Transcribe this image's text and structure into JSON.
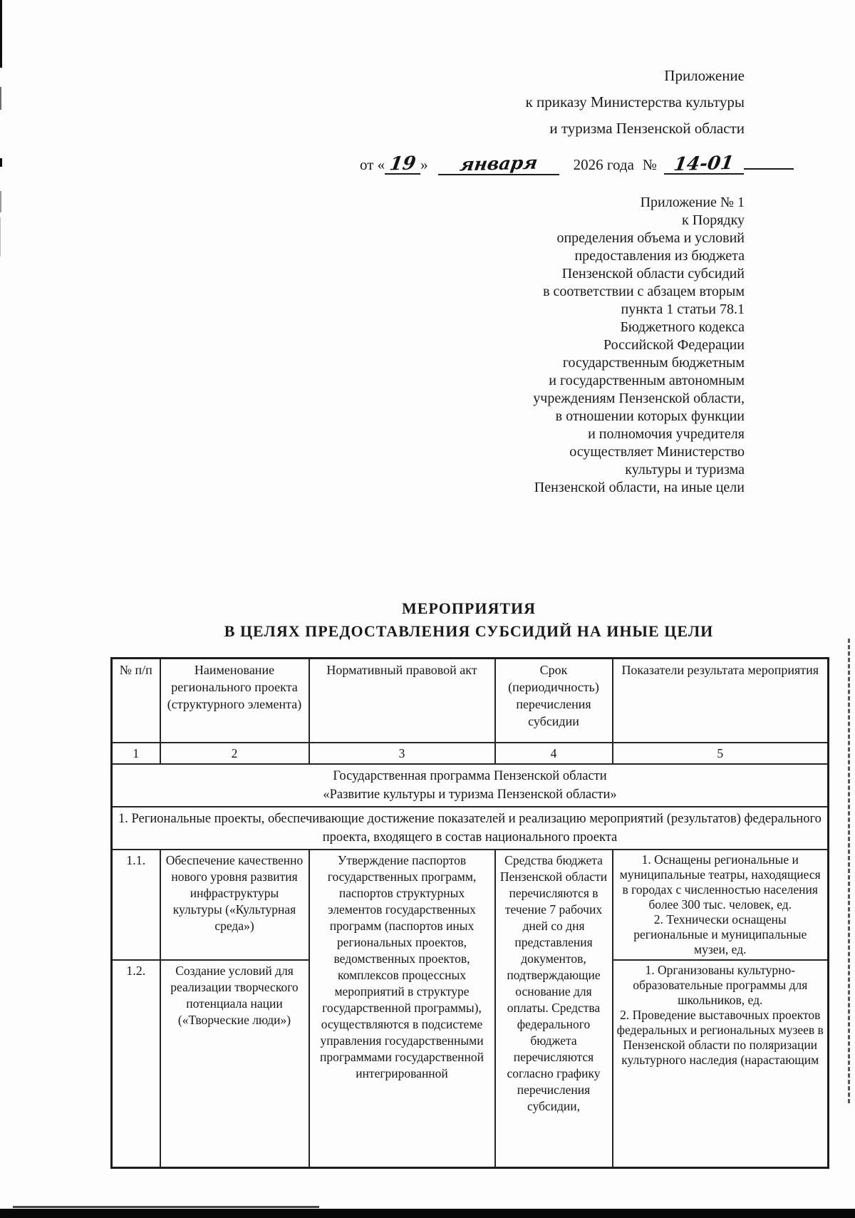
{
  "header": {
    "block1": [
      "Приложение",
      "к приказу Министерства культуры",
      "и туризма Пензенской области"
    ]
  },
  "date_line": {
    "prefix": "от «",
    "day": "19",
    "close_quote": "»",
    "month": "января",
    "year_text": "2026 года",
    "number_sign": "№",
    "number": "14-01"
  },
  "appendix": {
    "lines": [
      "Приложение № 1",
      "к Порядку",
      "определения объема и условий",
      "предоставления из бюджета",
      "Пензенской области субсидий",
      "в соответствии с абзацем вторым",
      "пункта 1 статьи 78.1",
      "Бюджетного кодекса",
      "Российской Федерации",
      "государственным бюджетным",
      "и государственным автономным",
      "учреждениям Пензенской области,",
      "в отношении которых функции",
      "и полномочия учредителя",
      "осуществляет Министерство",
      "культуры и туризма",
      "Пензенской области, на иные цели"
    ]
  },
  "title": {
    "line1": "МЕРОПРИЯТИЯ",
    "line2": "В ЦЕЛЯХ ПРЕДОСТАВЛЕНИЯ СУБСИДИЙ НА ИНЫЕ ЦЕЛИ"
  },
  "table": {
    "headers": [
      "№ п/п",
      "Наименование регионального проекта (структурного элемента)",
      "Нормативный правовой акт",
      "Срок (периодичность) перечисления субсидии",
      "Показатели результата мероприятия"
    ],
    "column_numbers": [
      "1",
      "2",
      "3",
      "4",
      "5"
    ],
    "program_title": [
      "Государственная программа Пензенской области",
      "«Развитие культуры и туризма Пензенской области»"
    ],
    "section1_title": "1. Региональные проекты, обеспечивающие достижение показателей и реализацию мероприятий (результатов) федерального проекта, входящего в состав национального проекта",
    "normative_act": "Утверждение паспортов государственных программ, паспортов структурных элементов государственных программ (паспортов иных региональных проектов, ведомственных проектов, комплексов процессных мероприятий в структуре государственной программы), осуществляются в подсистеме управления государственными программами государственной интегрированной",
    "transfer_term": "Средства бюджета Пензенской области перечисляются в течение 7 рабочих дней со дня представления документов, подтверждающие основание для оплаты. Средства федерального бюджета перечисляются согласно графику перечисления субсидии,",
    "rows": [
      {
        "num": "1.1.",
        "name": "Обеспечение качественно нового уровня развития инфраструктуры культуры («Культурная среда»)",
        "indicators": [
          "1. Оснащены региональные и муниципальные театры, находящиеся в городах с численностью населения более 300 тыс. человек, ед.",
          "2. Технически оснащены региональные и муниципальные музеи, ед."
        ]
      },
      {
        "num": "1.2.",
        "name": "Создание условий для реализации творческого потенциала нации («Творческие люди»)",
        "indicators": [
          "1. Организованы культурно-образовательные программы для школьников, ед.",
          "2. Проведение выставочных проектов федеральных и региональных музеев в Пензенской области по поляризации культурного наследия (нарастающим"
        ]
      }
    ]
  }
}
